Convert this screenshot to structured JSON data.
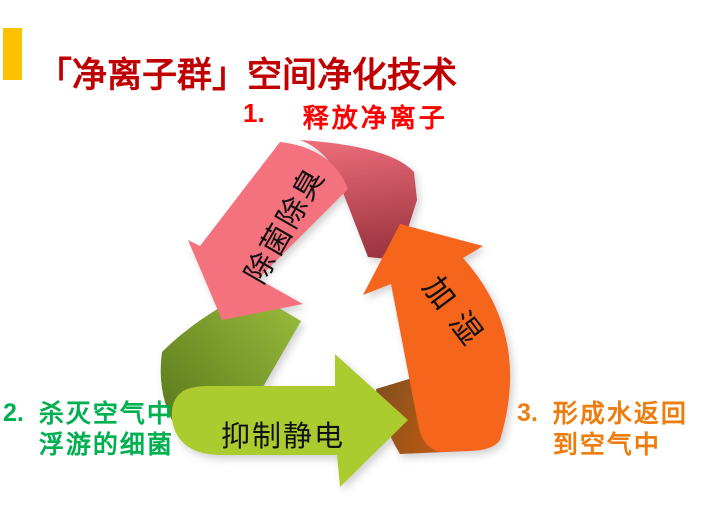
{
  "slide": {
    "title": "「净离子群」空间净化技术",
    "title_color": "#C00000",
    "accent_bar_color": "#FFC000",
    "background": "#FFFFFF"
  },
  "steps": [
    {
      "number": "1.",
      "text": "释放净离子",
      "color": "#FF0000"
    },
    {
      "number": "2.",
      "text_line1": "杀灭空气中",
      "text_line2": "浮游的细菌",
      "color": "#00B050"
    },
    {
      "number": "3.",
      "text_line1": "形成水返回",
      "text_line2": "到空气中",
      "color": "#ED7D0F"
    }
  ],
  "cycle": {
    "description": "three folded ribbon arrows forming a counterclockwise recycle triangle",
    "arrows": [
      {
        "id": "deodorize",
        "label": "除菌除臭",
        "color": "#F4717E",
        "fold_dark_color": "#A23844",
        "direction": "down-left"
      },
      {
        "id": "anti-static",
        "label": "抑制静电",
        "color": "#ACCB2E",
        "fold_dark_color": "#55731B",
        "direction": "right"
      },
      {
        "id": "humidify",
        "label": "加湿",
        "color": "#F5651A",
        "fold_dark_color": "#7D4E1E",
        "direction": "up"
      }
    ],
    "label_text_color": "#111111"
  }
}
